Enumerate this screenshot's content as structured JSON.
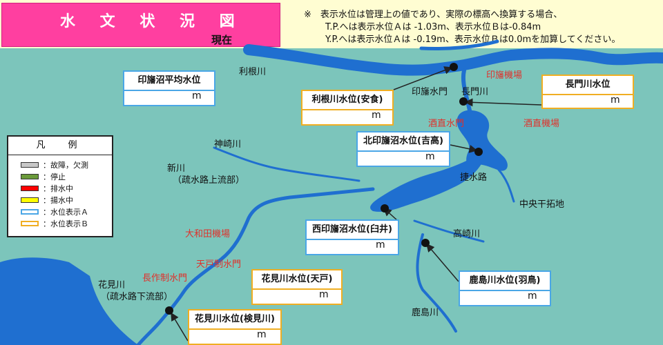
{
  "header": {
    "title": "水 文 状 況 図",
    "subtitle": "現在",
    "note_lines": [
      "※　表示水位は管理上の値であり、実際の標高へ換算する場合、",
      "T.P.へは表示水位Ａは -1.03m、表示水位Ｂは-0.84m",
      "Y.P.へは表示水位Ａは -0.19m、表示水位Ｂは0.0mを加算してください。"
    ]
  },
  "colors": {
    "land": "#7cc5bb",
    "water": "#1f6fd0",
    "title_bg": "#ff3fa0",
    "note_bg": "#fffdd2",
    "border_a": "#4aa6e6",
    "border_b": "#f0ae22",
    "facility_text": "#e0302a"
  },
  "legend": {
    "title": "凡　例",
    "items": [
      {
        "label": "：故障，欠測",
        "color": "#c8c8c8"
      },
      {
        "label": "：停止",
        "color": "#6a9a3a"
      },
      {
        "label": "：排水中",
        "color": "#ff0000"
      },
      {
        "label": "：揚水中",
        "color": "#ffff00"
      },
      {
        "label": "：水位表示Ａ",
        "color": "#4aa6e6"
      },
      {
        "label": "：水位表示Ｂ",
        "color": "#f0ae22"
      }
    ]
  },
  "gauges": [
    {
      "name": "印旛沼平均水位",
      "unit": "m",
      "type": "A"
    },
    {
      "name": "利根川水位(安食)",
      "unit": "m",
      "type": "B"
    },
    {
      "name": "長門川水位",
      "unit": "m",
      "type": "B"
    },
    {
      "name": "北印旛沼水位(吉高)",
      "unit": "m",
      "type": "A"
    },
    {
      "name": "西印旛沼水位(臼井)",
      "unit": "m",
      "type": "A"
    },
    {
      "name": "鹿島川水位(羽鳥)",
      "unit": "m",
      "type": "A"
    },
    {
      "name": "花見川水位(天戸)",
      "unit": "m",
      "type": "B"
    },
    {
      "name": "花見川水位(検見川)",
      "unit": "m",
      "type": "B"
    }
  ],
  "places": {
    "tone_river": "利根川",
    "inba_gate": "印旛水門",
    "nagato_river": "長門川",
    "inba_pump": "印旛機場",
    "sakenao_gate": "酒直水門",
    "sakenao_pump": "酒直機場",
    "kanzaki_river": "神崎川",
    "shinkawa": "新川",
    "shinkawa_sub": "（疏水路上流部）",
    "josui_ro": "捷水路",
    "chuo_kantaku": "中央干拓地",
    "takasaki_river": "高崎川",
    "owada_pump": "大和田機場",
    "tendo_gate": "天戸制水門",
    "nagasaku_gate": "長作制水門",
    "hanami_river": "花見川",
    "hanami_sub": "（疏水路下流部）",
    "kashima_river": "鹿島川"
  }
}
